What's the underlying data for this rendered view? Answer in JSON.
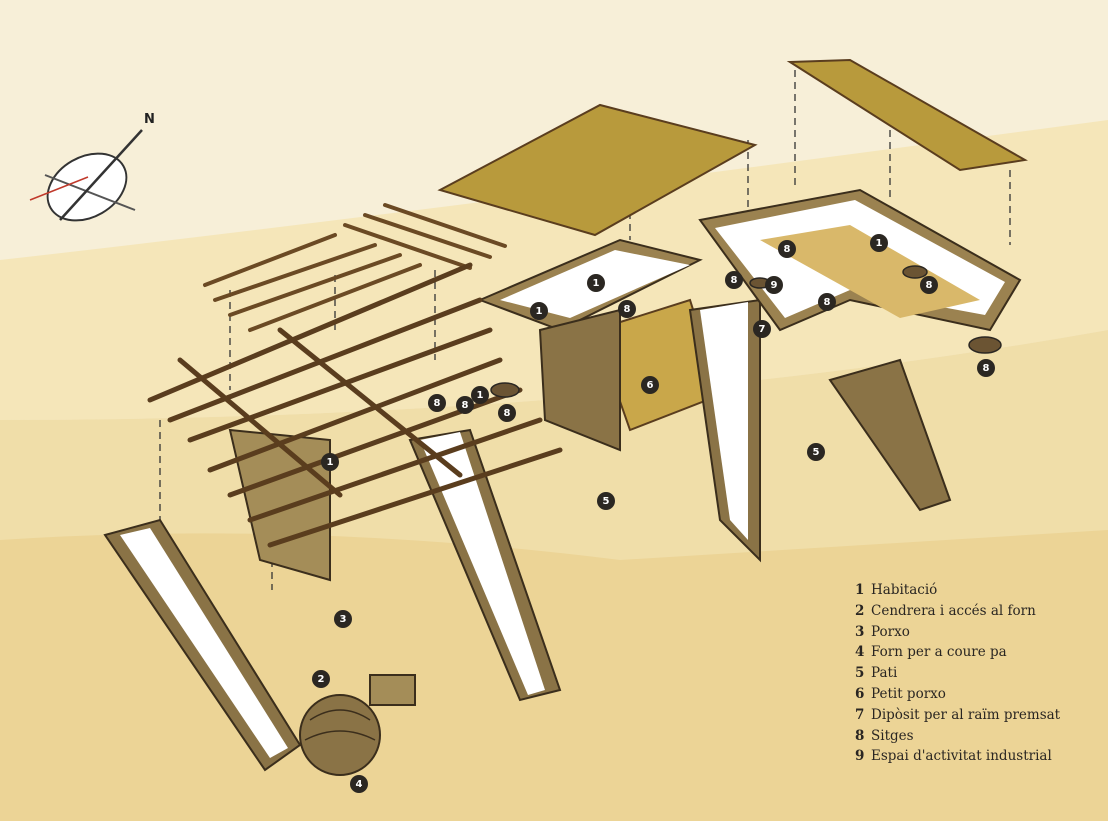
{
  "compass": {
    "north_label": "N"
  },
  "legend": [
    {
      "number": "1",
      "label": "Habitació"
    },
    {
      "number": "2",
      "label": "Cendrera i accés al forn"
    },
    {
      "number": "3",
      "label": "Porxo"
    },
    {
      "number": "4",
      "label": "Forn per a coure pa"
    },
    {
      "number": "5",
      "label": "Pati"
    },
    {
      "number": "6",
      "label": "Petit porxo"
    },
    {
      "number": "7",
      "label": "Dipòsit per al raïm premsat"
    },
    {
      "number": "8",
      "label": "Sitges"
    },
    {
      "number": "9",
      "label": "Espai d'activitat industrial"
    }
  ],
  "markers": [
    "1",
    "1",
    "1",
    "1",
    "1",
    "2",
    "3",
    "4",
    "5",
    "5",
    "6",
    "7",
    "8",
    "8",
    "8",
    "8",
    "8",
    "8",
    "8",
    "8",
    "8",
    "9"
  ],
  "colors": {
    "background": "#f7efd8",
    "ground": "#ecd491",
    "wall_top": "#ffffff",
    "stone": "#8a7346",
    "thatch": "#b89a3c",
    "beam": "#5a3d1e",
    "marker": "#2b2722"
  }
}
